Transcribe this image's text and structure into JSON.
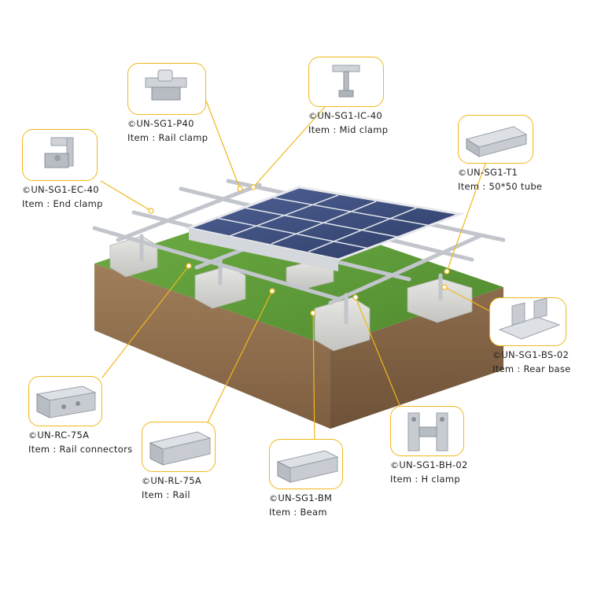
{
  "callouts": [
    {
      "id": "rail-clamp",
      "code": "UN-SG1-P40",
      "item": "Item : Rail clamp",
      "icon": "rail-clamp-icon"
    },
    {
      "id": "mid-clamp",
      "code": "UN-SG1-IC-40",
      "item": "Item : Mid clamp",
      "icon": "mid-clamp-icon"
    },
    {
      "id": "end-clamp",
      "code": "UN-SG1-EC-40",
      "item": "Item : End clamp",
      "icon": "end-clamp-icon"
    },
    {
      "id": "tube",
      "code": "UN-SG1-T1",
      "item": "Item : 50*50 tube",
      "icon": "square-tube-icon"
    },
    {
      "id": "rear-base",
      "code": "UN-SG1-BS-02",
      "item": "Item : Rear base",
      "icon": "rear-base-icon"
    },
    {
      "id": "rail-connectors",
      "code": "UN-RC-75A",
      "item": "Item : Rail connectors",
      "icon": "rail-connector-icon"
    },
    {
      "id": "rail",
      "code": "UN-RL-75A",
      "item": "Item : Rail",
      "icon": "rail-profile-icon"
    },
    {
      "id": "beam",
      "code": "UN-SG1-BM",
      "item": "Item : Beam",
      "icon": "beam-profile-icon"
    },
    {
      "id": "h-clamp",
      "code": "UN-SG1-BH-02",
      "item": "Item : H clamp",
      "icon": "h-clamp-icon"
    }
  ],
  "code_prefix": "©",
  "colors": {
    "callout_border": "#f0b81c",
    "leader_line": "#f0b81c",
    "grass": "#5e9a3a",
    "soil": "#8a6a4a",
    "panel": "#3a4a78",
    "metal": "#c8ccd2",
    "concrete": "#d8d8d4"
  }
}
